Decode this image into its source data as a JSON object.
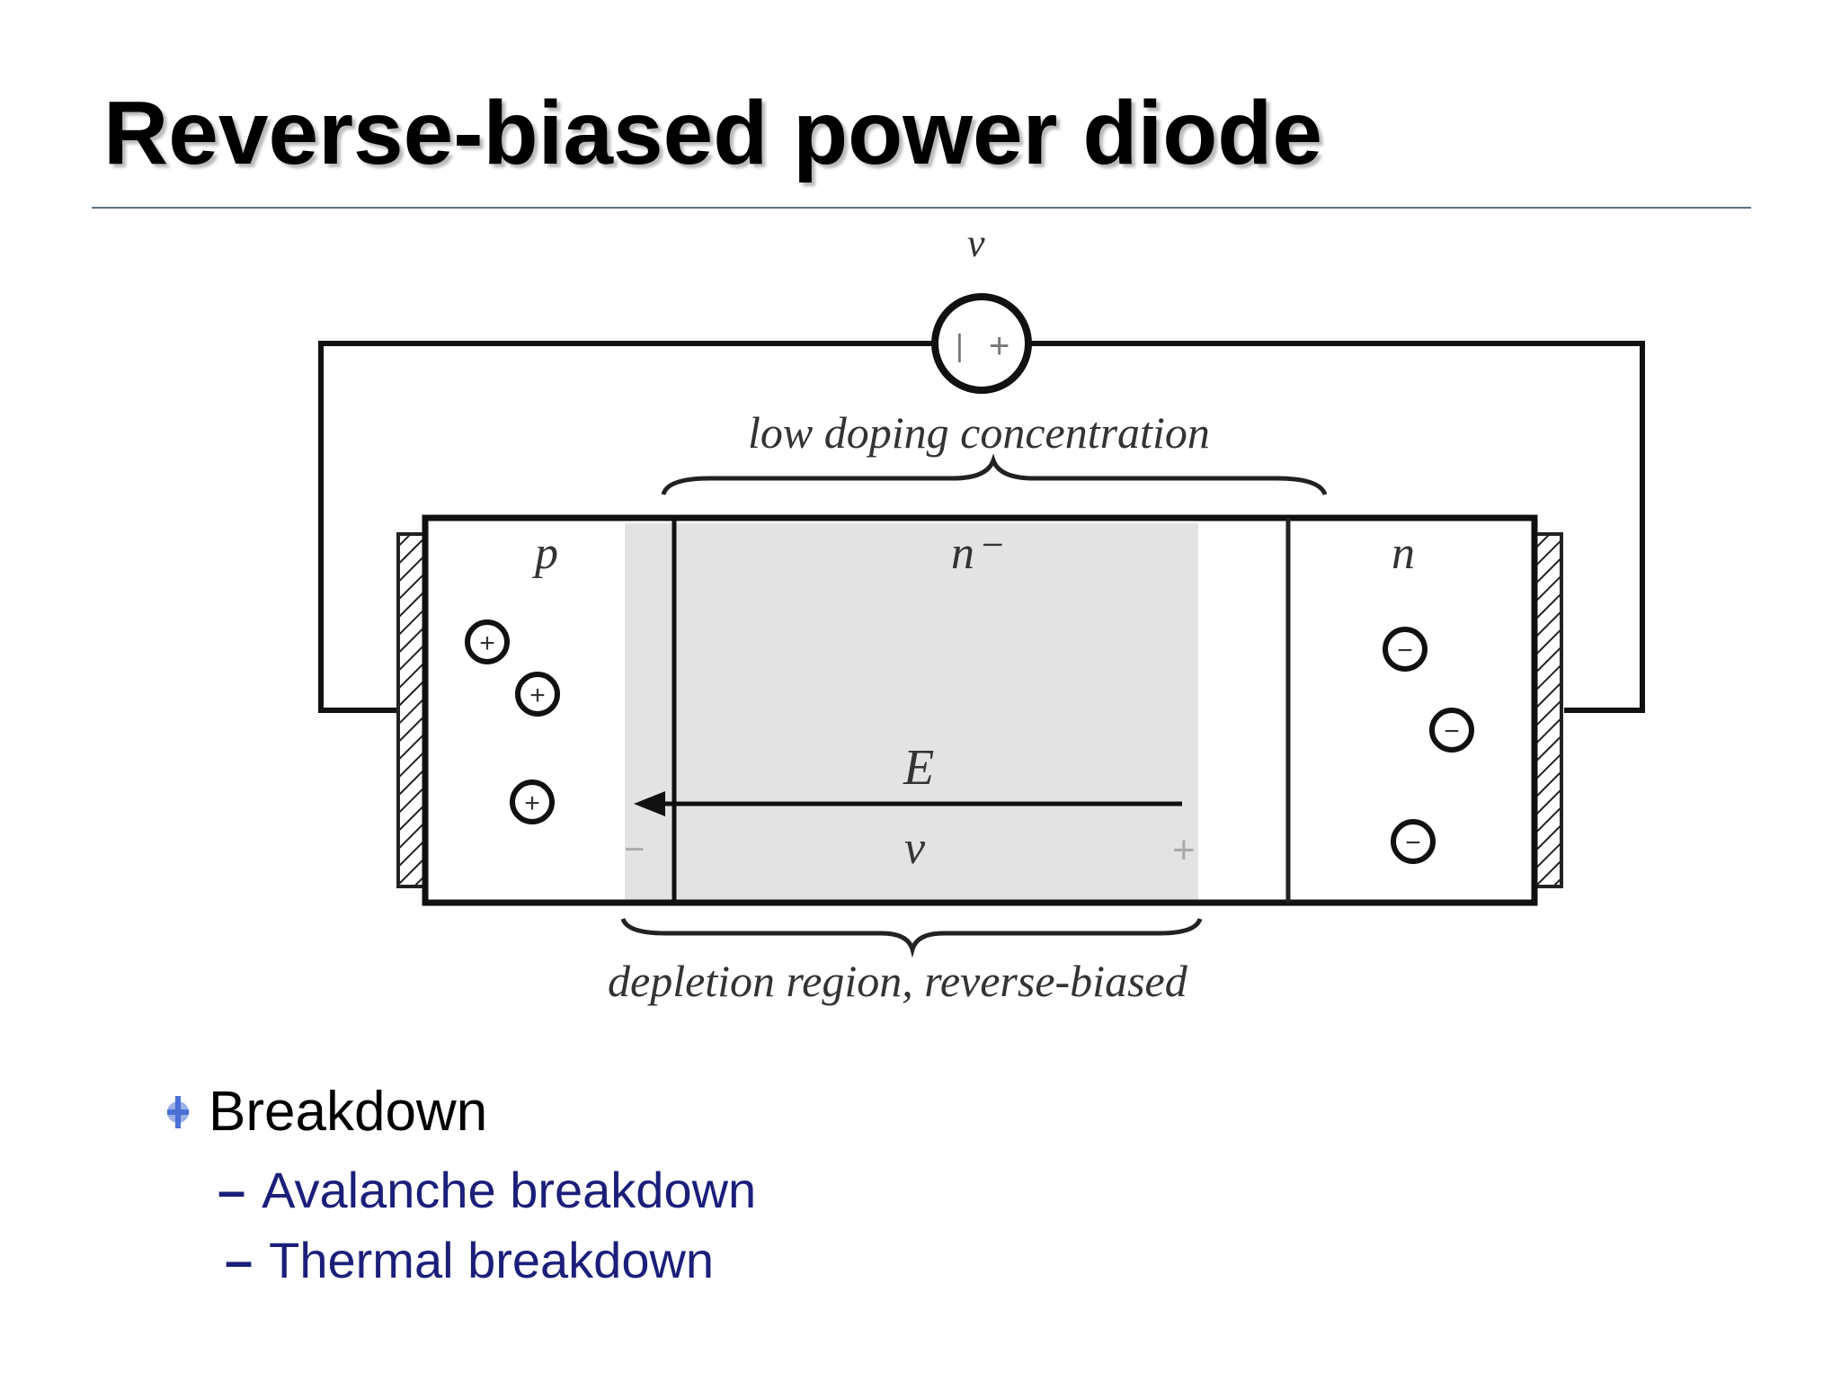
{
  "slide": {
    "title": "Reverse-biased power diode"
  },
  "diagram": {
    "source_label": "v",
    "source_minus": "|",
    "source_plus": "+",
    "top_brace_label": "low doping concentration",
    "region_p": "p",
    "region_n_minus": "n⁻",
    "region_n": "n",
    "field_label": "E",
    "voltage_label": "v",
    "minus_sign": "−",
    "plus_sign": "+",
    "bottom_brace_label": "depletion region, reverse-biased",
    "hole_symbol": "+",
    "electron_symbol": "−"
  },
  "bullets": {
    "main": "Breakdown",
    "sub": [
      {
        "dash": "–",
        "text": "Avalanche breakdown"
      },
      {
        "dash": "–",
        "text": "Thermal breakdown"
      }
    ]
  },
  "colors": {
    "title": "#000000",
    "rule": "#5b7185",
    "depletion_fill": "#e3e3e3",
    "sub_bullet_text": "#1b1f7a",
    "bullet_marker": "#4a6fd6"
  }
}
